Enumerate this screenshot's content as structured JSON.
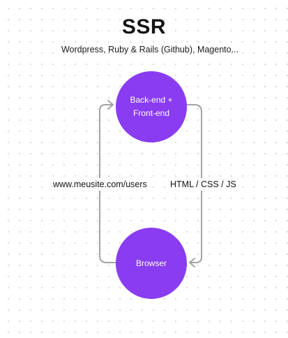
{
  "diagram": {
    "title": "SSR",
    "subtitle": "Wordpress, Ruby & Rails (Github), Magento...",
    "nodes": {
      "server": {
        "label": "Back-end +\nFront-end"
      },
      "browser": {
        "label": "Browser"
      }
    },
    "edges": {
      "request": {
        "label": "www.meusite.com/users"
      },
      "response": {
        "label": "HTML / CSS / JS"
      }
    }
  },
  "colors": {
    "node_fill": "#8a3cf0",
    "arrow": "#a3a3a3",
    "text": "#141414"
  }
}
